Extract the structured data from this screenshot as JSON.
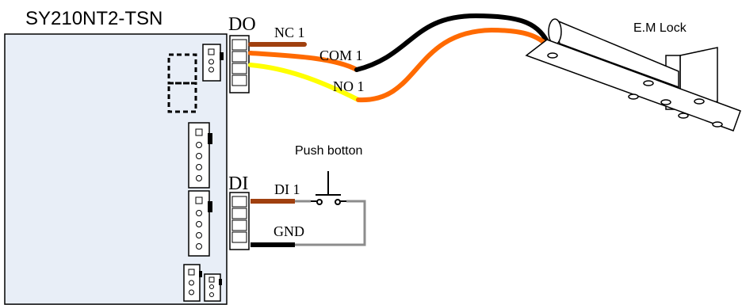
{
  "board": {
    "model": "SY210NT2-TSN",
    "fill_color": "#e8eef7"
  },
  "do_connector": {
    "label": "DO",
    "wires": {
      "nc": "NC 1",
      "com": "COM 1",
      "no": "NO 1"
    }
  },
  "di_connector": {
    "label": "DI",
    "wires": {
      "di": "DI 1",
      "gnd": "GND"
    }
  },
  "push_button": {
    "label": "Push botton"
  },
  "lock": {
    "label": "E.M Lock"
  },
  "wire_colors": {
    "nc": "#a0400f",
    "com": "#ff6a00",
    "no": "#ffff00",
    "black": "#000000",
    "di": "#a0400f",
    "gnd": "#000000",
    "gray": "#8c8c8c"
  }
}
